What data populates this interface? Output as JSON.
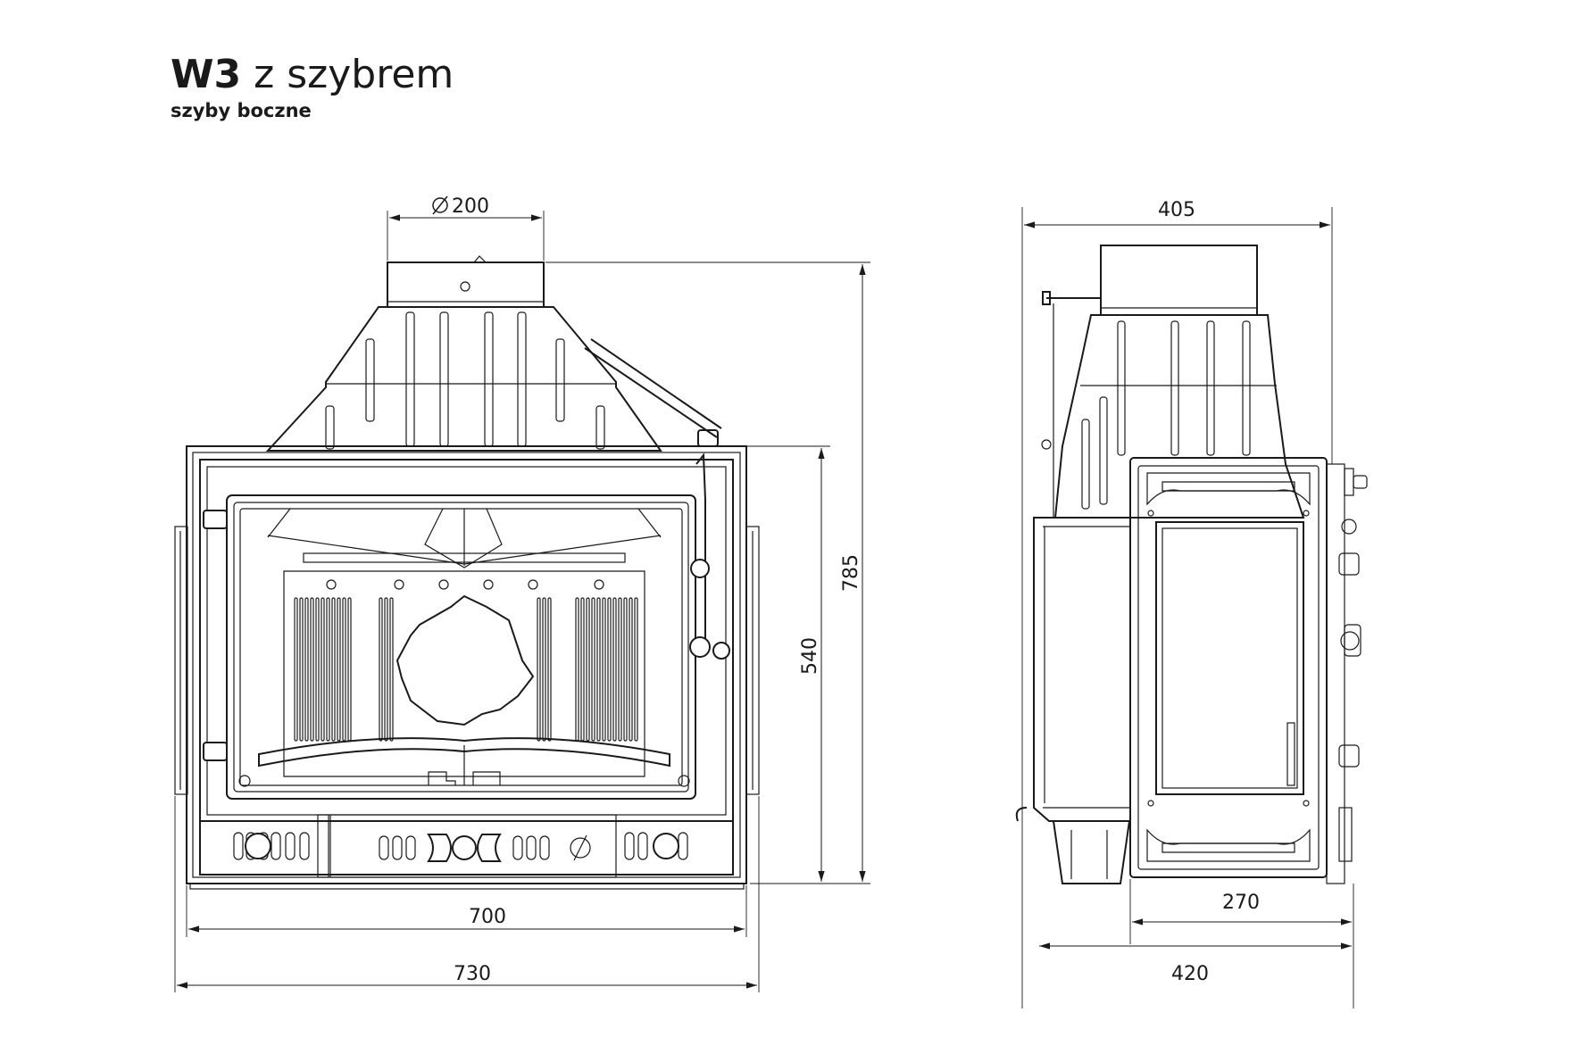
{
  "title": {
    "model": "W3",
    "variant": "z szybrem"
  },
  "subtitle": "szyby boczne",
  "dimensions": {
    "flue_diameter": "200",
    "front_height_total": "785",
    "front_height_body": "540",
    "front_width_body": "700",
    "front_width_total": "730",
    "side_depth_top": "405",
    "side_depth_door": "270",
    "side_depth_total": "420"
  },
  "icons": {
    "diameter_symbol": "diameter-icon"
  }
}
